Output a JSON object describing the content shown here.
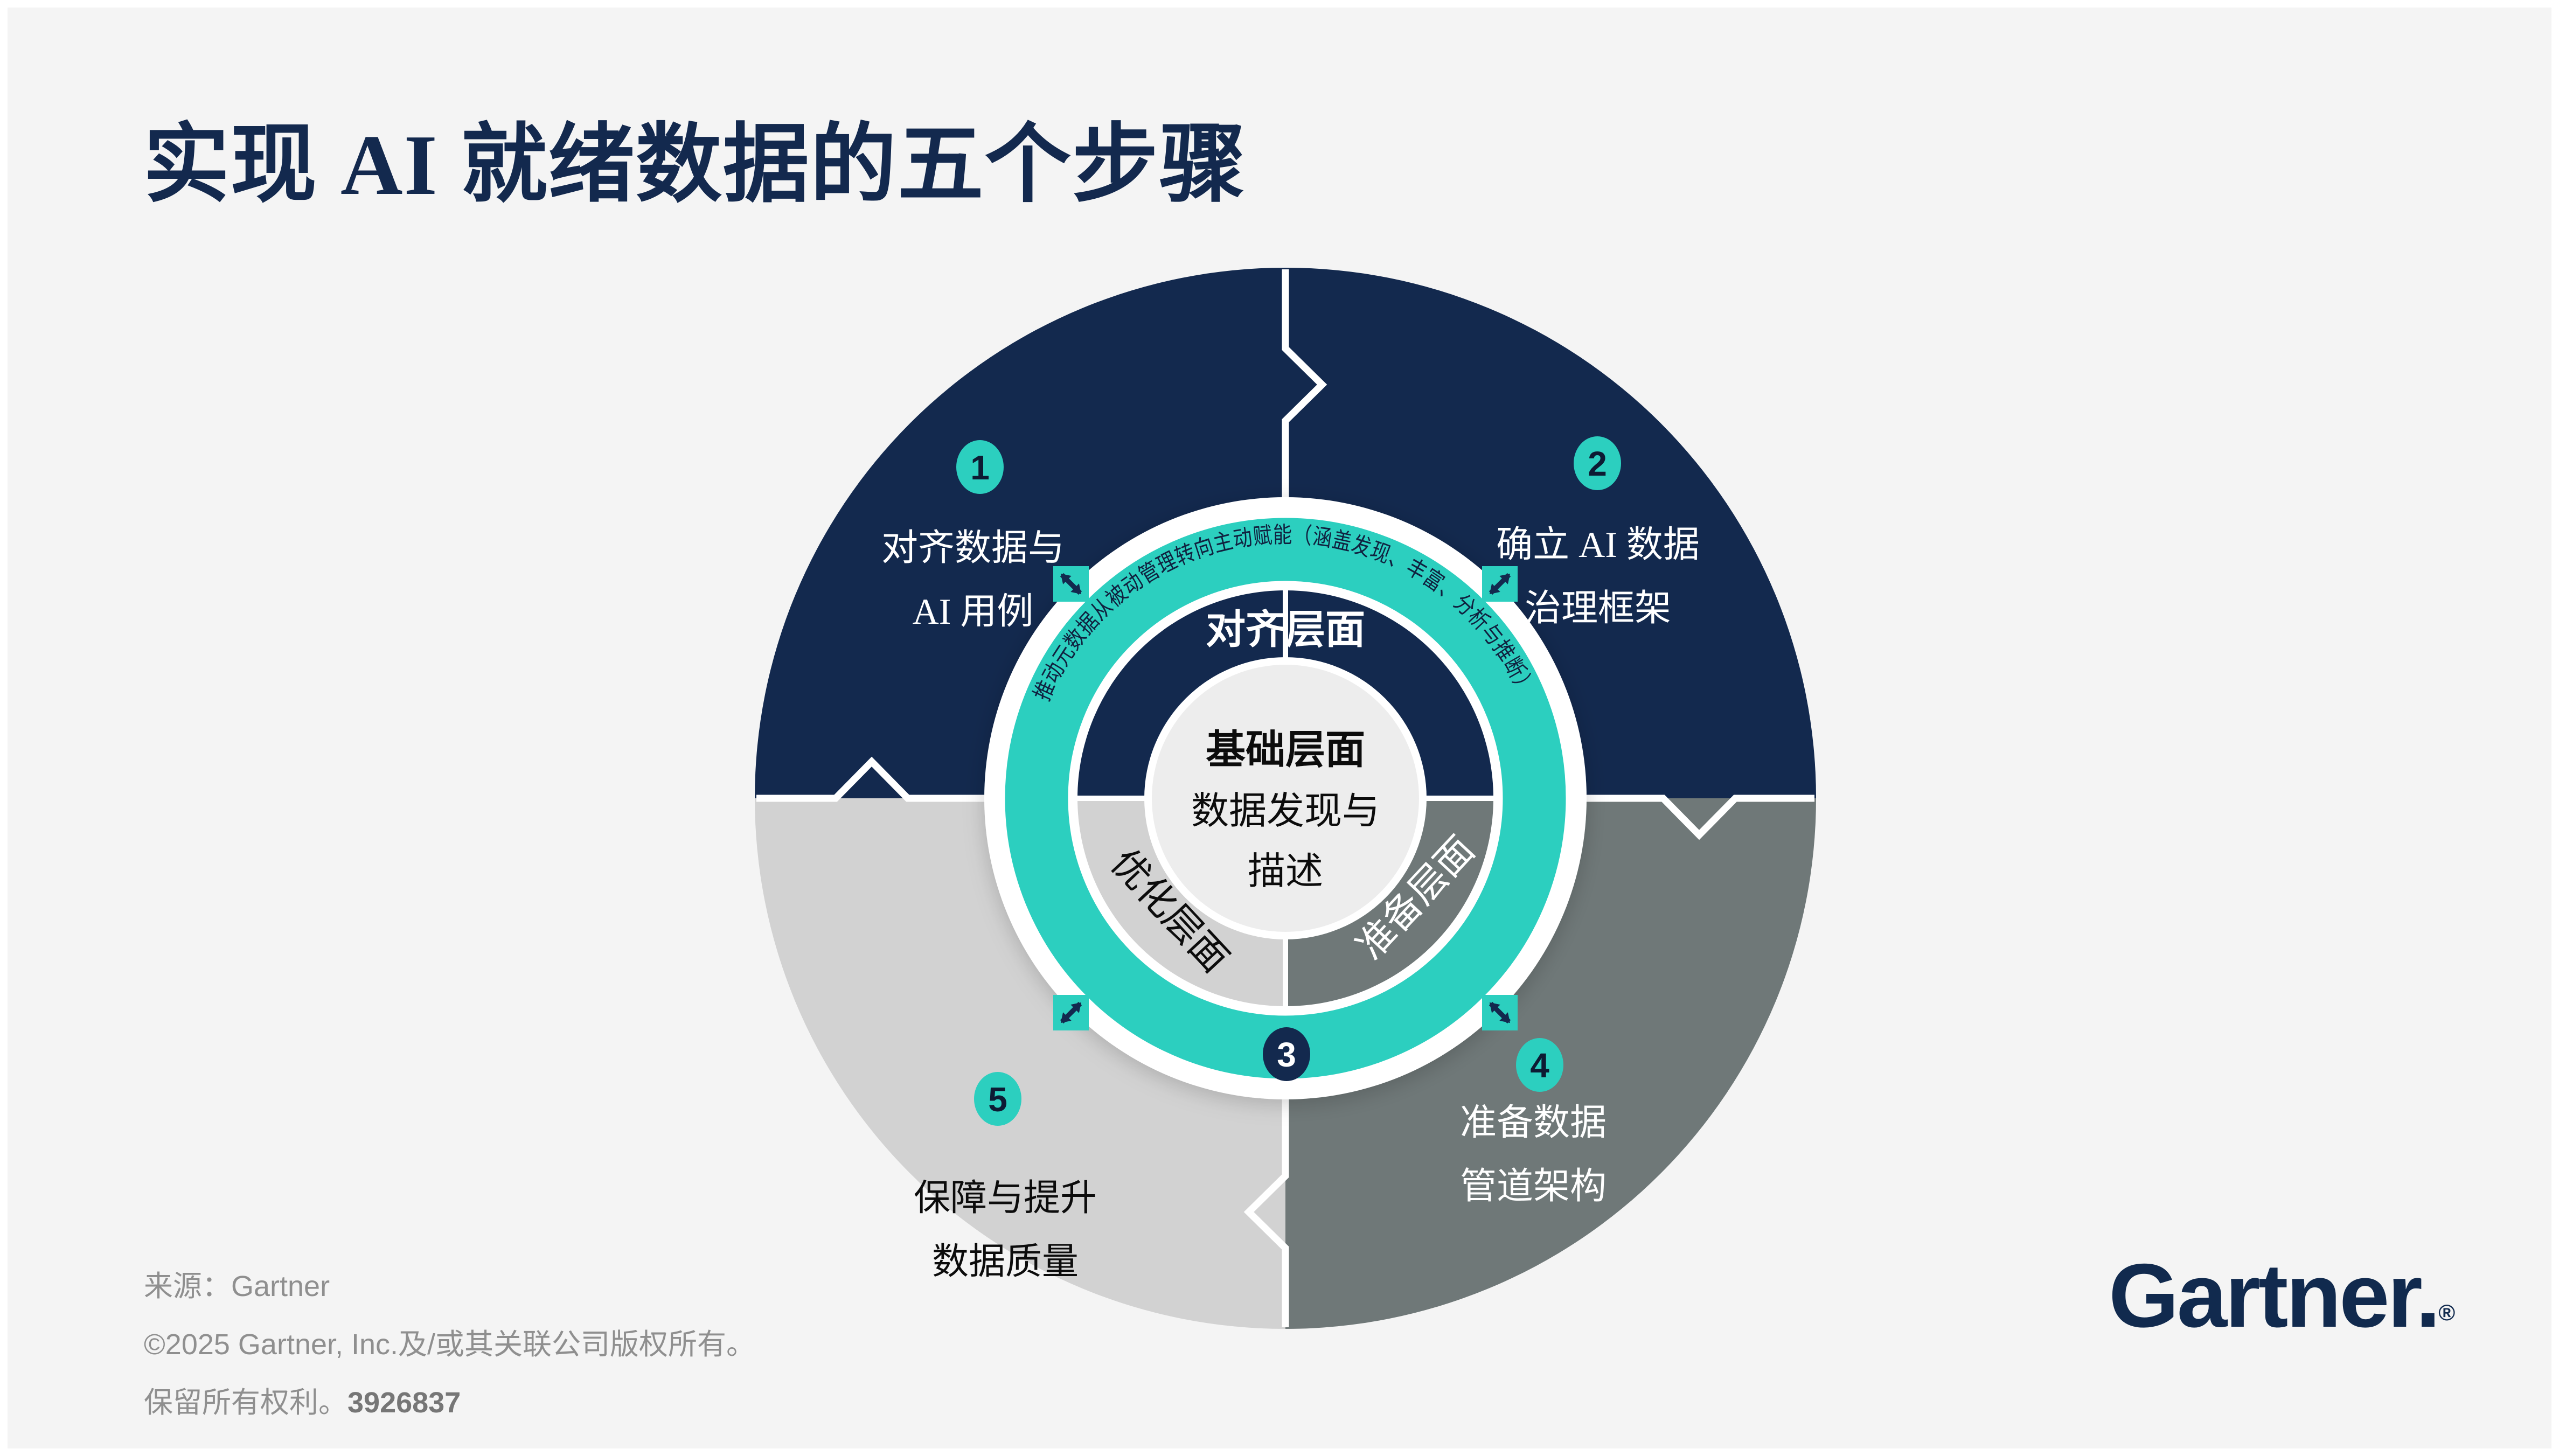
{
  "title": "实现 AI 就绪数据的五个步骤",
  "steps": [
    {
      "num": "1",
      "line1": "对齐数据与",
      "line2": "AI 用例"
    },
    {
      "num": "2",
      "line1": "确立 AI 数据",
      "line2": "治理框架"
    },
    {
      "num": "3"
    },
    {
      "num": "4",
      "line1": "准备数据",
      "line2": "管道架构"
    },
    {
      "num": "5",
      "line1": "保障与提升",
      "line2": "数据质量"
    }
  ],
  "rings": {
    "curved_text": "推动元数据从被动管理转向主动赋能（涵盖发现、丰富、分析与推断）",
    "align_label": "对齐层面",
    "optimize_label": "优化层面",
    "prepare_label": "准备层面",
    "center_title": "基础层面",
    "center_line1": "数据发现与",
    "center_line2": "描述"
  },
  "footer": {
    "source": "来源：Gartner",
    "copyright": "©2025 Gartner, Inc.及/或其关联公司版权所有。",
    "rights": "保留所有权利。",
    "doc_id": "3926837"
  },
  "logo": {
    "wordmark": "Gartner",
    "period": ".",
    "registered": "®"
  },
  "colors": {
    "navy": "#13294e",
    "teal": "#2ccfbf",
    "gray_dark": "#6f7878",
    "gray_light": "#d2d2d2",
    "background": "#f4f4f4",
    "white": "#ffffff"
  }
}
